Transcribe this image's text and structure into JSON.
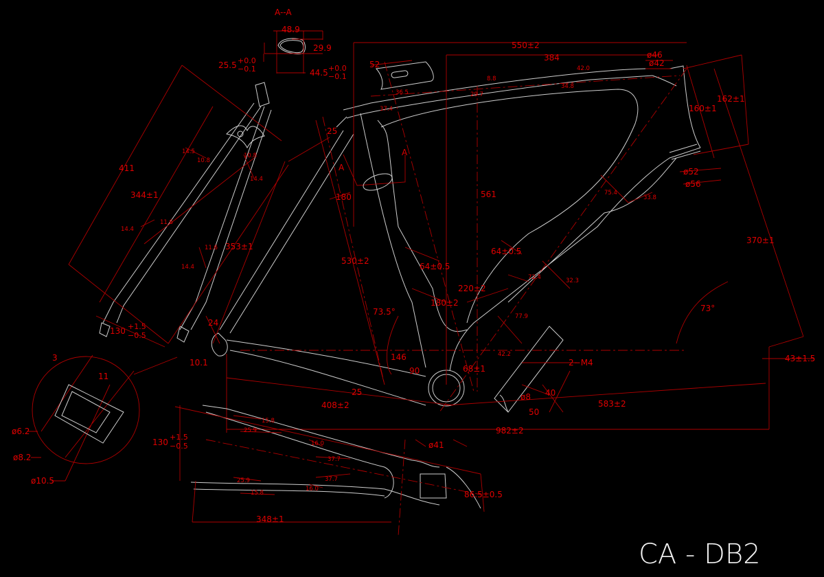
{
  "model_name": "CA - DB2",
  "section_view": {
    "title": "A--A",
    "width": "48.9",
    "height": "29.9",
    "outer_height": "25.5",
    "outer_height_tol_plus": "+0.0",
    "outer_height_tol_minus": "−0.1",
    "outer_width": "44.5",
    "outer_width_tol_plus": "+0.0",
    "outer_width_tol_minus": "−0.1",
    "cut_mark_1": "A",
    "cut_mark_2": "A"
  },
  "main_frame": {
    "reach_total": "550±2",
    "top_tube_span": "384",
    "head_top_dia_outer": "ø46",
    "head_top_dia_inner": "ø42",
    "top_tube_port": "52",
    "tt_sec_1_w": "36.5",
    "tt_sec_1_h": "37.4",
    "tt_sec_2_w": "8.8",
    "tt_sec_2_h": "29.7",
    "tt_sec_3_w": "42.0",
    "tt_sec_3_h": "34.8",
    "head_tube_length": "160±1",
    "head_tube_length_outer": "162±1",
    "head_bottom_dia_inner": "ø52",
    "head_bottom_dia_outer": "ø56",
    "dt_sec_top_w": "75.4",
    "dt_sec_top_h": "33.8",
    "seatpost_clamp": "25",
    "seat_tube_cut": "180",
    "stack": "561",
    "seat_tube_length": "530±2",
    "seat_bottle_mount": "64±0.5",
    "down_bottle_mount": "64±0.5",
    "down_tube_bottle_span": "220±2",
    "dt_sec_mid_w": "72.4",
    "dt_sec_mid_h": "32.3",
    "dt_sec_low_w": "77.9",
    "dt_sec_low_h": "42.2",
    "seat_bottle_span": "180±2",
    "seat_angle": "73.5°",
    "fork_length": "370±1",
    "head_angle": "73°",
    "seatstay_offset": "24",
    "dropout_offset": "10.1",
    "bb_to_mount": "146",
    "bb_height_mark": "90",
    "bb_drop": "68±1",
    "chainstay_mark": "25",
    "motor_mount_bolts": "2−M4",
    "mount_hole": "ø8",
    "mount_spacing_a": "40",
    "mount_spacing_b": "50",
    "chainstay_length": "408±2",
    "front_center": "583±2",
    "wheelbase": "982±2",
    "fork_offset": "43±1.5"
  },
  "fork": {
    "axle_to_crown": "411",
    "blade_left": "344±1",
    "blade_right": "353±1",
    "hub_spacing": "130",
    "hub_spacing_tol_plus": "+1.5",
    "hub_spacing_tol_minus": "−0.5",
    "sec_1a": "14.5",
    "sec_1b": "10.8",
    "sec_2a": "10.8",
    "sec_2b": "14.4",
    "sec_3a": "14.4",
    "sec_3b": "11.6",
    "sec_4a": "11.6",
    "sec_4b": "14.4"
  },
  "rear_triangle": {
    "hub_spacing": "130",
    "hub_spacing_tol_plus": "+1.5",
    "hub_spacing_tol_minus": "−0.5",
    "upper_sec_1h": "15.8",
    "upper_sec_1w": "25.9",
    "upper_sec_2h": "16.0",
    "upper_sec_2w": "37.7",
    "bb_shell_dia": "ø41",
    "bb_shell_width": "86.5±0.5",
    "lower_sec_1w": "25.9",
    "lower_sec_1h": "15.8",
    "lower_sec_2w": "37.7",
    "lower_sec_2h": "16.0",
    "stay_length": "348±1"
  },
  "dropout_detail": {
    "wall": "3",
    "slot": "11",
    "hole_small": "ø6.2",
    "hole_mid": "ø8.2",
    "hole_large": "ø10.5"
  }
}
